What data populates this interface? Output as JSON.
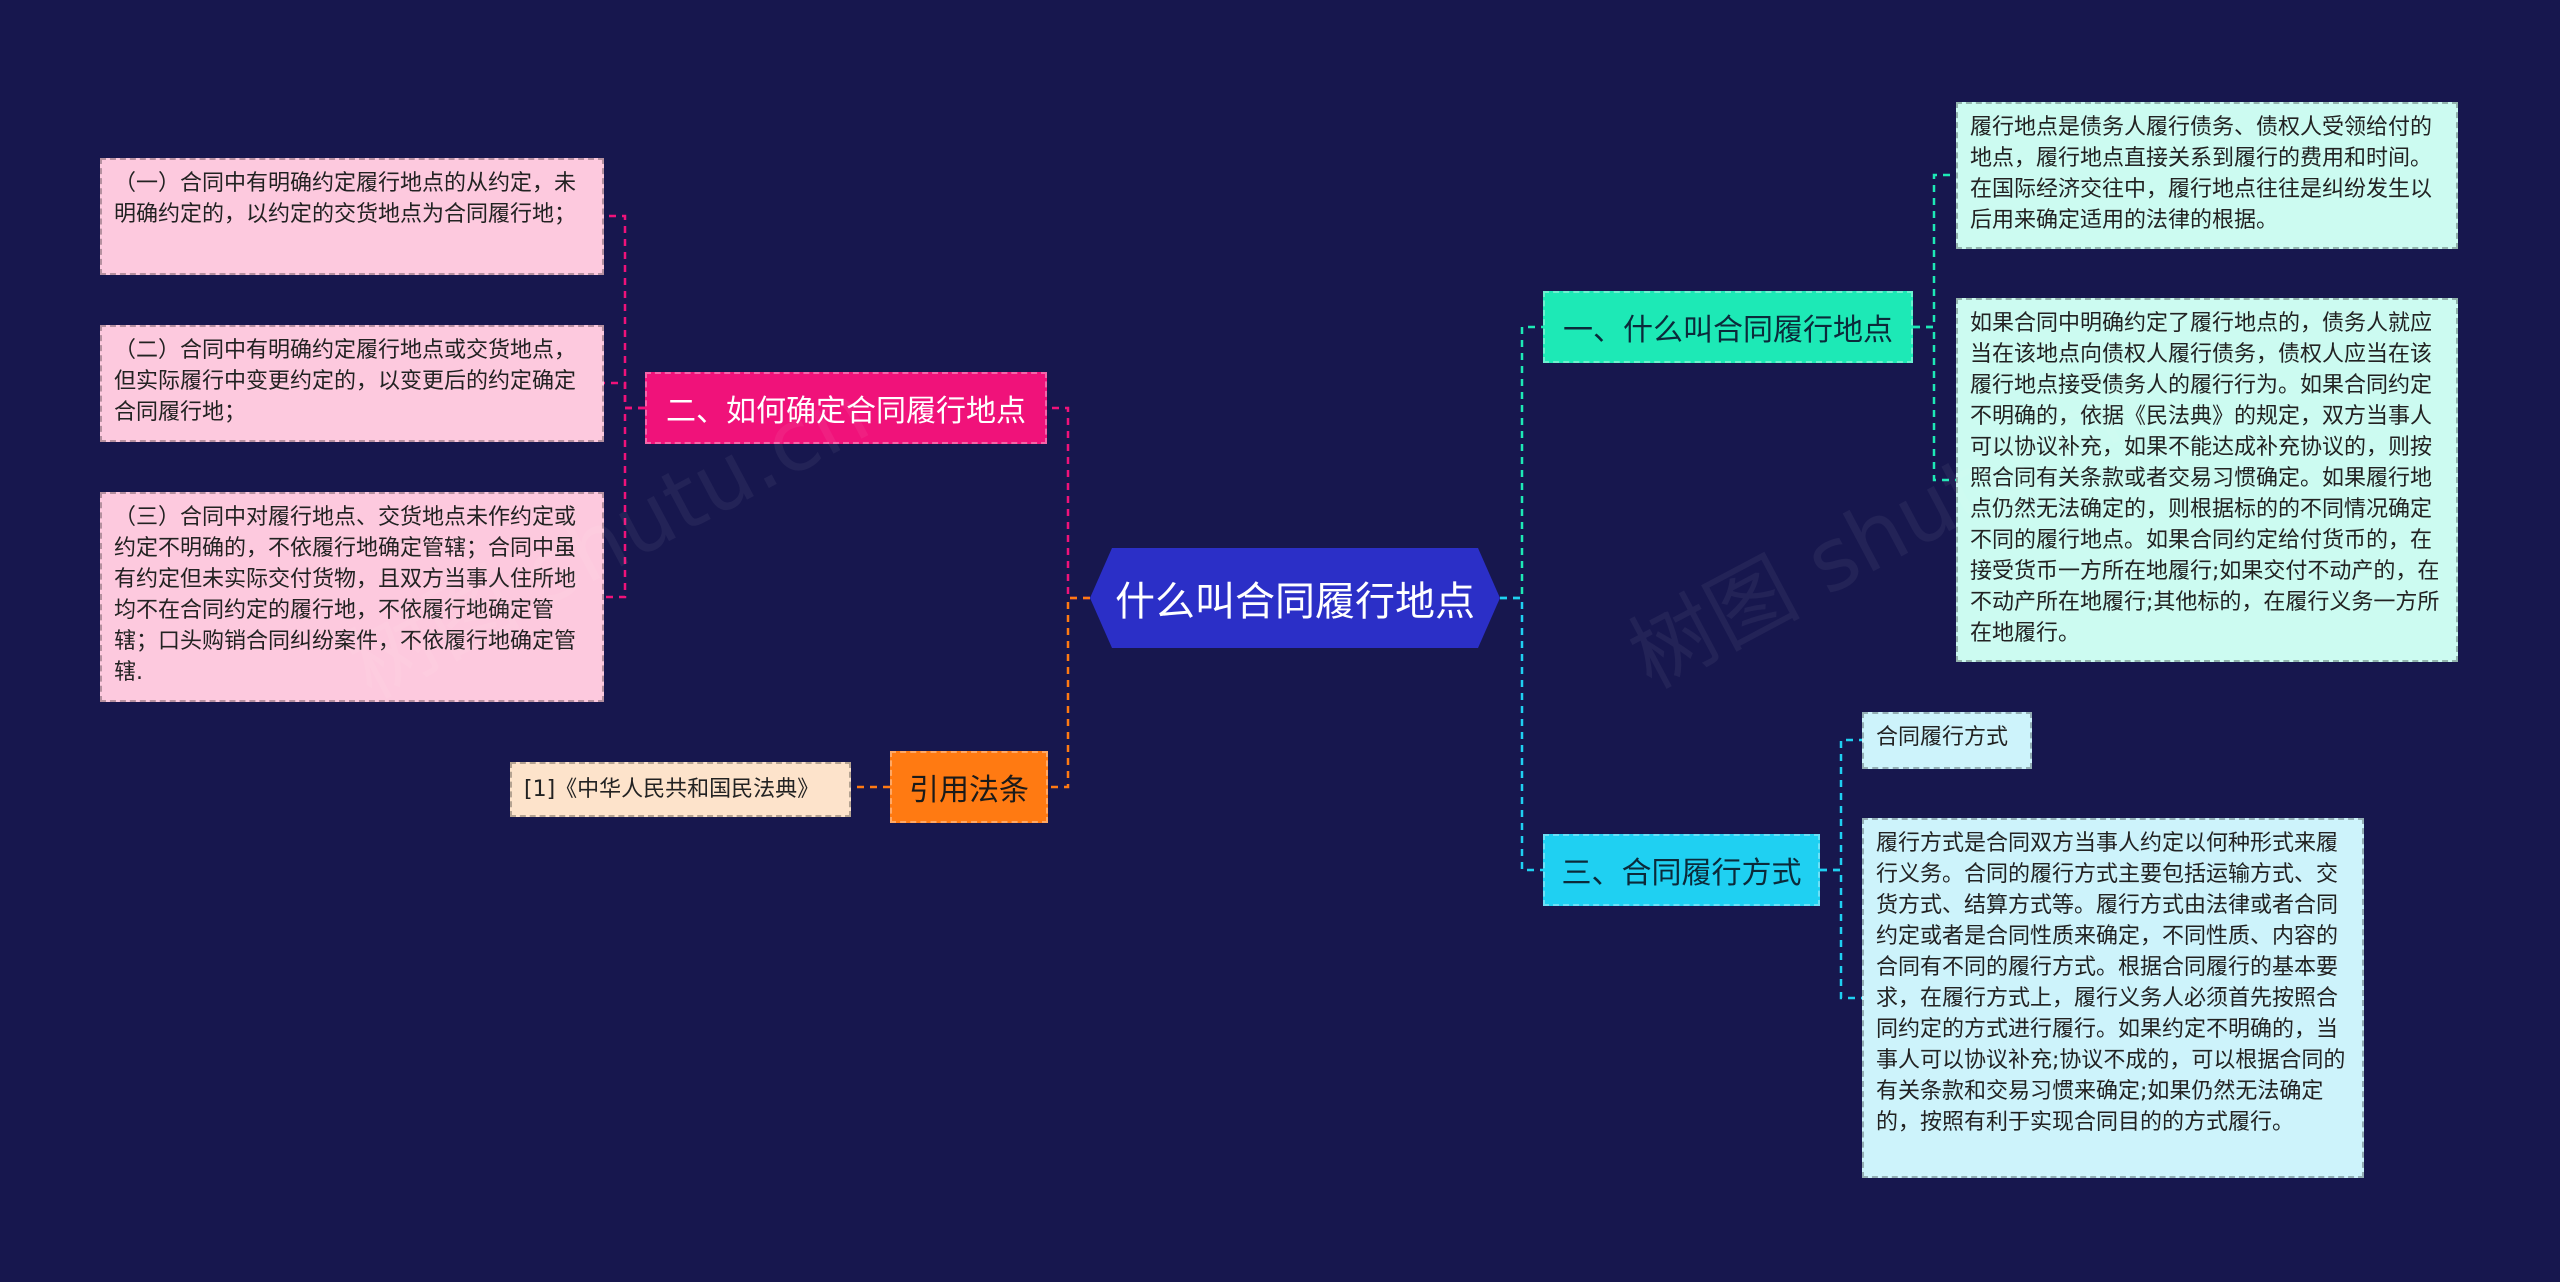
{
  "root": {
    "label": "什么叫合同履行地点"
  },
  "branches": {
    "b1": {
      "label": "一、什么叫合同履行地点"
    },
    "b2": {
      "label": "二、如何确定合同履行地点"
    },
    "b3": {
      "label": "三、合同履行方式"
    },
    "b4": {
      "label": "引用法条"
    }
  },
  "leaves": {
    "n1a": "履行地点是债务人履行债务、债权人受领给付的地点，履行地点直接关系到履行的费用和时间。在国际经济交往中，履行地点往往是纠纷发生以后用来确定适用的法律的根据。",
    "n1b": "如果合同中明确约定了履行地点的，债务人就应当在该地点向债权人履行债务，债权人应当在该履行地点接受债务人的履行行为。如果合同约定不明确的，依据《民法典》的规定，双方当事人可以协议补充，如果不能达成补充协议的，则按照合同有关条款或者交易习惯确定。如果履行地点仍然无法确定的，则根据标的的不同情况确定不同的履行地点。如果合同约定给付货币的，在接受货币一方所在地履行;如果交付不动产的，在不动产所在地履行;其他标的，在履行义务一方所在地履行。",
    "n2a": "（一）合同中有明确约定履行地点的从约定，未明确约定的，以约定的交货地点为合同履行地；",
    "n2b": "（二）合同中有明确约定履行地点或交货地点，但实际履行中变更约定的，以变更后的约定确定合同履行地；",
    "n2c": "（三）合同中对履行地点、交货地点未作约定或约定不明确的，不依履行地确定管辖；合同中虽有约定但未实际交付货物，且双方当事人住所地均不在合同约定的履行地，不依履行地确定管辖；口头购销合同纠纷案件，不依履行地确定管辖.",
    "n3a": "合同履行方式",
    "n3b": "履行方式是合同双方当事人约定以何种形式来履行义务。合同的履行方式主要包括运输方式、交货方式、结算方式等。履行方式由法律或者合同约定或者是合同性质来确定，不同性质、内容的合同有不同的履行方式。根据合同履行的基本要求，在履行方式上，履行义务人必须首先按照合同约定的方式进行履行。如果约定不明确的，当事人可以协议补充;协议不成的，可以根据合同的有关条款和交易习惯来确定;如果仍然无法确定的，按照有利于实现合同目的的方式履行。",
    "n4a": "[1]《中华人民共和国民法典》"
  },
  "colors": {
    "background": "#17174e",
    "root": "#2b2fc7",
    "b1": "#1de9b6",
    "b2": "#f0127a",
    "b3": "#1fd0f2",
    "b4": "#ff7a12",
    "link_teal": "#1de9b6",
    "link_pink": "#f0127a",
    "link_cyan": "#1fd0f2",
    "link_orange": "#ff7a12"
  }
}
